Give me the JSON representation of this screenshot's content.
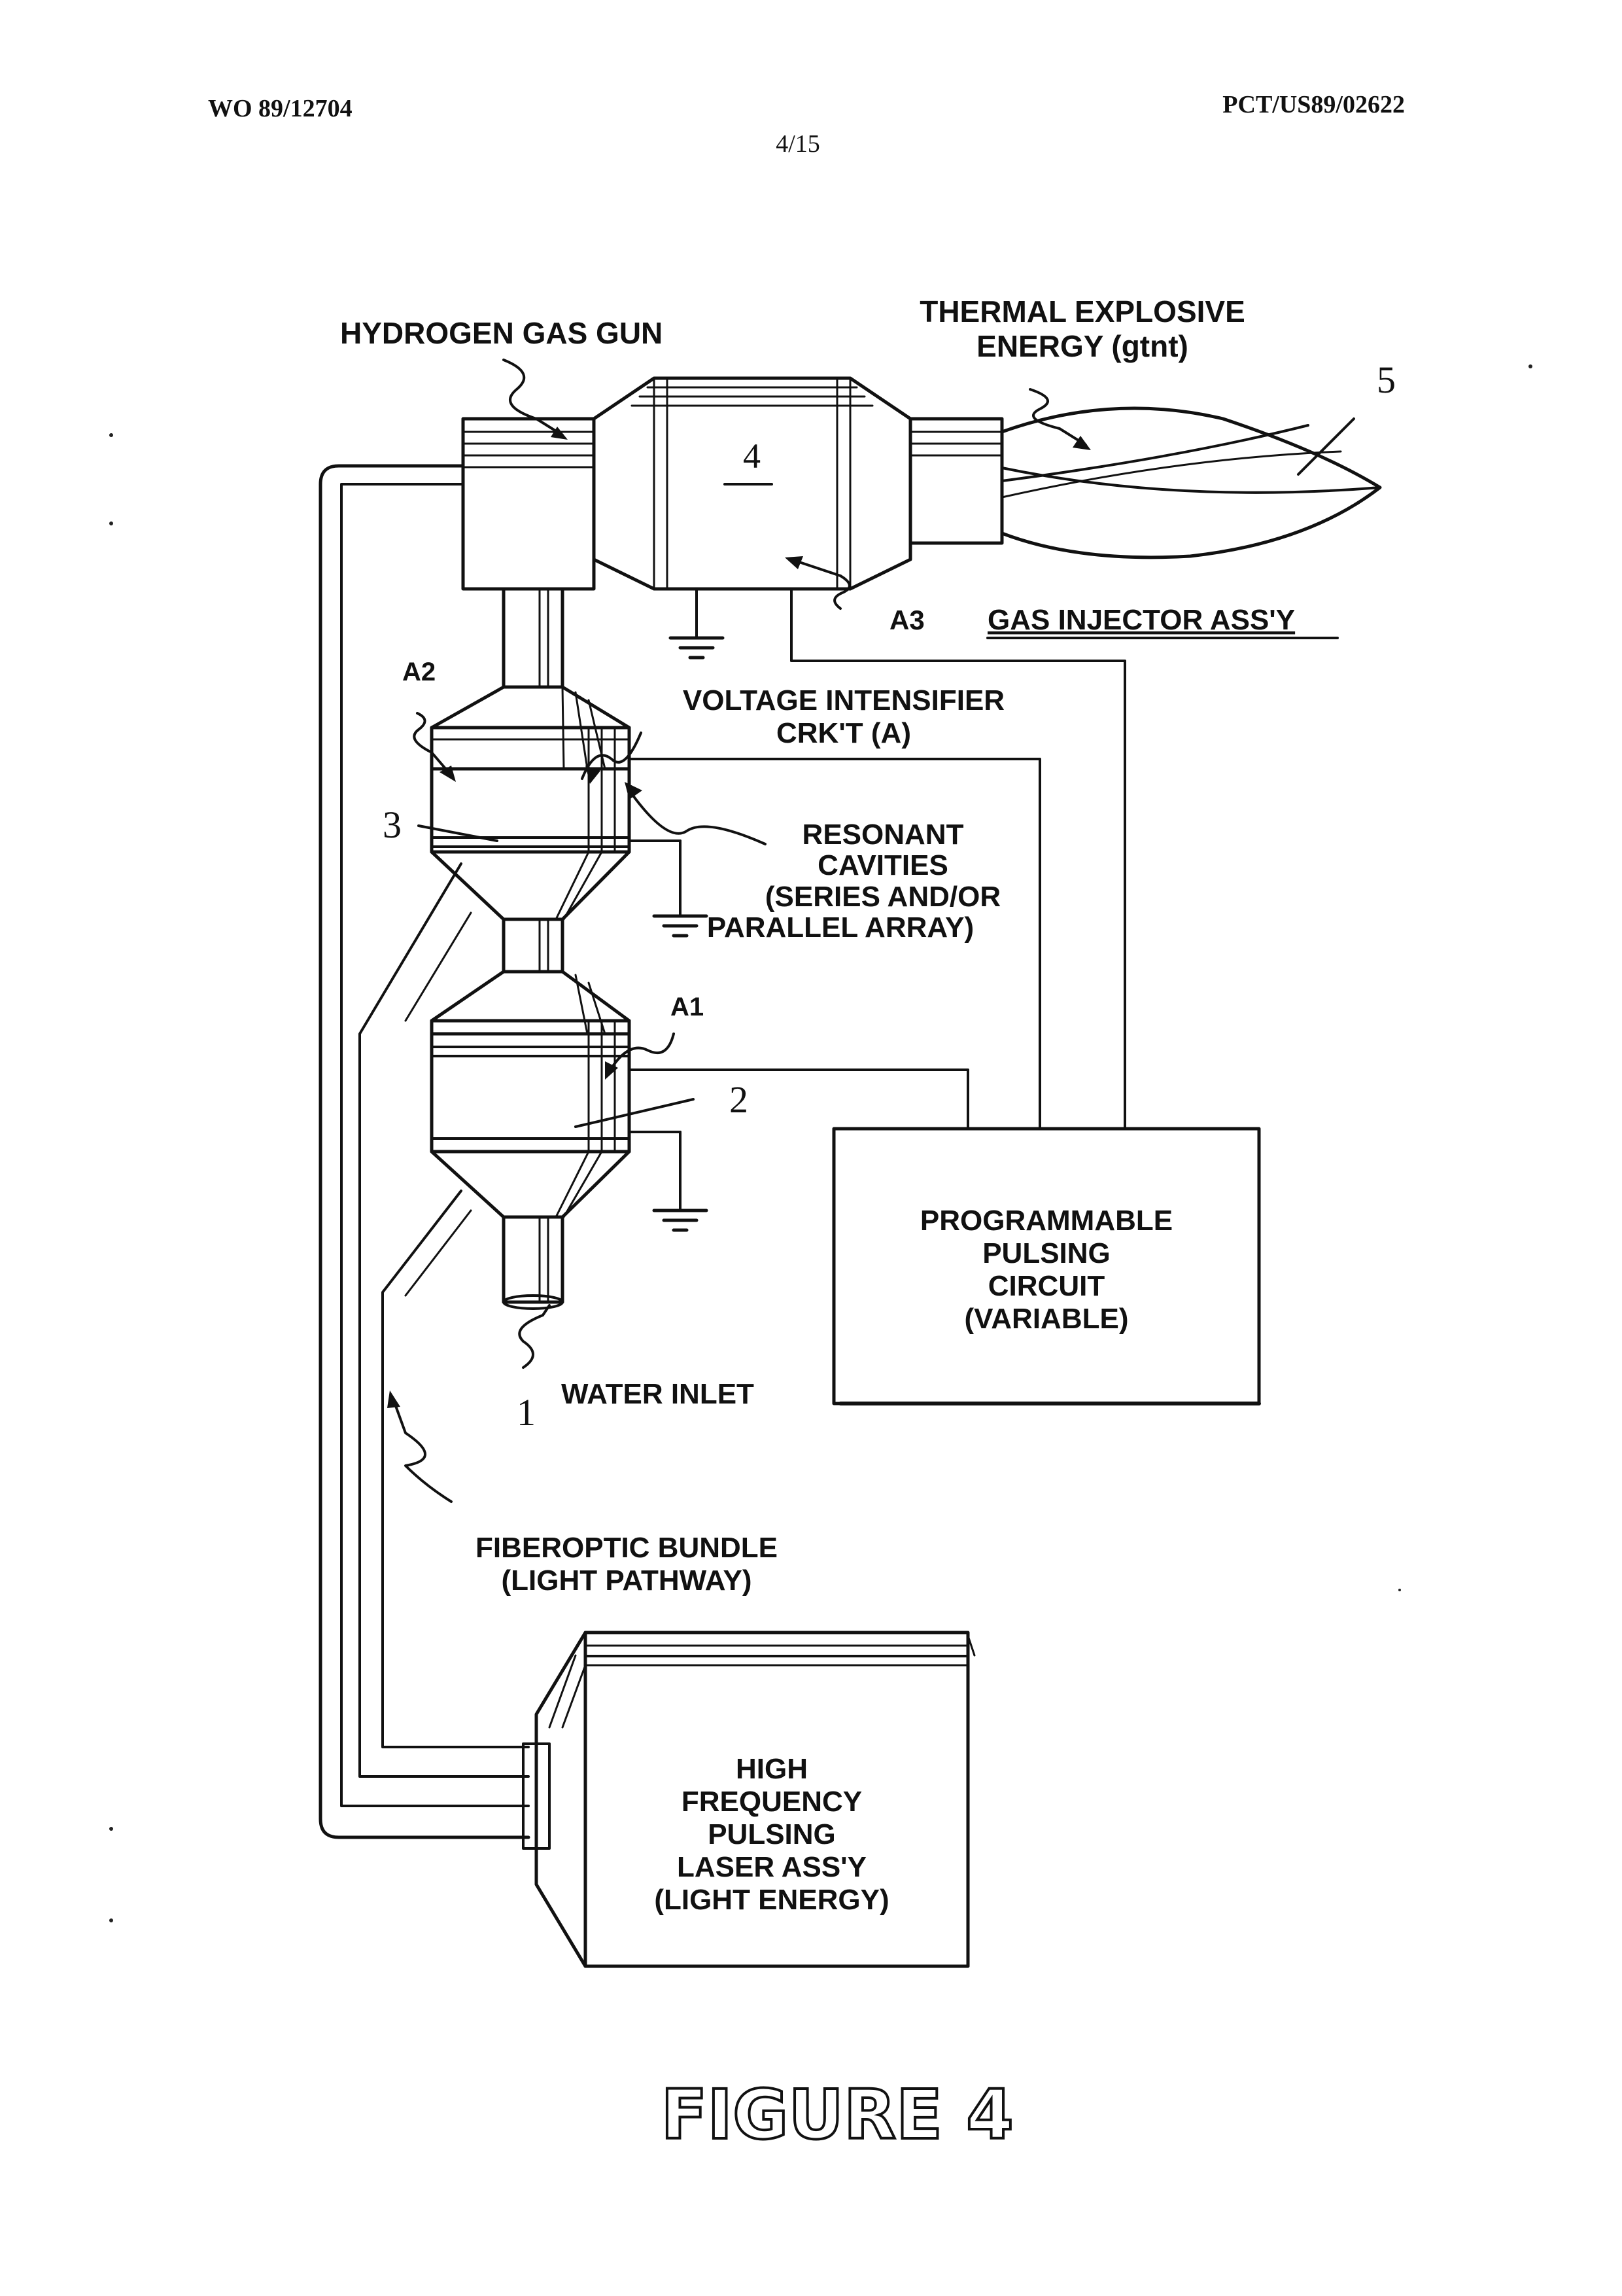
{
  "header": {
    "pub_number": "WO 89/12704",
    "pct_number": "PCT/US89/02622",
    "sheet": "4/15"
  },
  "labels": {
    "hydrogen_gas_gun": "HYDROGEN GAS GUN",
    "thermal_explosive_1": "THERMAL EXPLOSIVE",
    "thermal_explosive_2": "ENERGY (gtnt)",
    "gas_injector": "GAS INJECTOR ASS'Y",
    "voltage_intensifier_1": "VOLTAGE INTENSIFIER",
    "voltage_intensifier_2": "CRK'T (A)",
    "resonant_1": "RESONANT",
    "resonant_2": "CAVITIES",
    "resonant_3": "(SERIES AND/OR",
    "resonant_4": "PARALLEL ARRAY)",
    "water_inlet": "WATER INLET",
    "fiberoptic_1": "FIBEROPTIC BUNDLE",
    "fiberoptic_2": "(LIGHT PATHWAY)",
    "programmable_1": "PROGRAMMABLE",
    "programmable_2": "PULSING",
    "programmable_3": "CIRCUIT",
    "programmable_4": "(VARIABLE)",
    "laser_1": "HIGH",
    "laser_2": "FREQUENCY",
    "laser_3": "PULSING",
    "laser_4": "LASER ASS'Y",
    "laser_5": "(LIGHT ENERGY)"
  },
  "refs": {
    "a1": "A1",
    "a2": "A2",
    "a3": "A3",
    "n1": "1",
    "n2": "2",
    "n3": "3",
    "n4": "4",
    "n5": "5"
  },
  "figure_caption": "FIGURE 4"
}
